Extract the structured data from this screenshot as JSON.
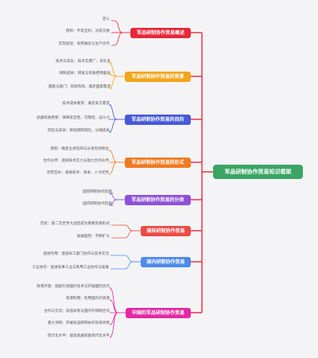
{
  "root": {
    "label": "军品研制协作贸易知识框架",
    "color": "#3aa564"
  },
  "branches": [
    {
      "label": "军品研制协作贸易概述",
      "color": "#e6283a",
      "items": [
        "定义",
        "原则：平等互利、对等交换",
        "实现途径：军民融合与生产合作"
      ]
    },
    {
      "label": "军品研制协作贸易的背景",
      "color": "#f3a51c",
      "items": [
        "技术与军队：技术实用广、军队多",
        "研制成本：研发与装备费用差异",
        "国家与部门：资源有限，满足国家需求"
      ]
    },
    {
      "label": "军品研制协作贸易的目的",
      "color": "#4759d8",
      "items": [
        "技术成本要求：满足军方需求",
        "武器装备更新：保障安全性、可靠性、战斗力",
        "风险与成本：降低研制风险，分摊成本"
      ]
    },
    {
      "label": "军品研制协作贸易的形式",
      "color": "#f07b23",
      "items": [
        "授权：确定主承包商与分承包商地位",
        "合作伙伴：选择技术实力与能力合作伙伴",
        "优势互补：发挥技术、资本、人才优势"
      ]
    },
    {
      "label": "军品研制协作贸易的分类",
      "color": "#8e51d9",
      "items": [
        "国际研制协作贸易",
        "国内研制协作贸易"
      ]
    },
    {
      "label": "国际研制协作贸易",
      "color": "#ec4c45",
      "items": [
        "历史：第二次世界大战后成为重要贸易形式",
        "发展趋势：不断扩大"
      ]
    },
    {
      "label": "国内研制协作贸易",
      "color": "#4d8bec",
      "items": [
        "促进作用：促进军工部门协作与技术交流",
        "工业协作：促进军事工业与民用工业协作与发展"
      ]
    },
    {
      "label": "中国的军品研制协作贸易",
      "color": "#e22aa4",
      "items": [
        "改革开放：鼓励引进国外技术与开展国际合作",
        "资源利用：利用国内外资源",
        "合作与交流：加强军民与国内外研制合作",
        "重大项目：开展军品研制协作贸易项目",
        "现代化水平：提高武器装备现代化水平"
      ]
    }
  ]
}
